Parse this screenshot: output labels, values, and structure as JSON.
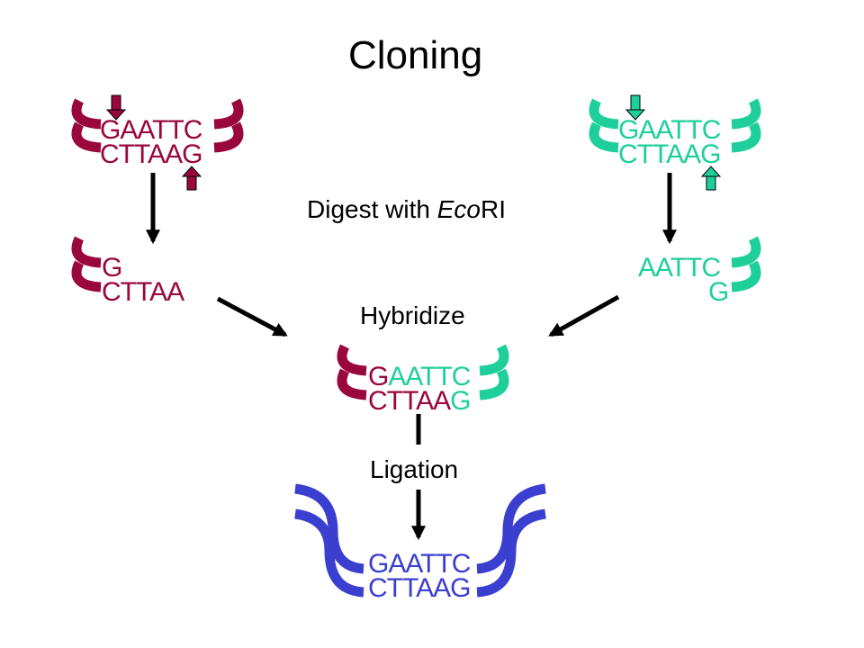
{
  "title": "Cloning",
  "labels": {
    "digest_prefix": "Digest with ",
    "digest_enzyme": "Eco",
    "digest_suffix": "RI",
    "hybridize": "Hybridize",
    "ligation": "Ligation"
  },
  "colors": {
    "source_dna": "#99073d",
    "vector_dna": "#1fcf9b",
    "ligated_dna": "#3a3fcf",
    "arrow": "#000000"
  },
  "sequences": {
    "left_top": "GAATTC",
    "left_bottom": "CTTAAG",
    "right_top": "GAATTC",
    "right_bottom": "CTTAAG",
    "left_cut_top": "G",
    "left_cut_bottom": "CTTAA",
    "right_cut_top": "AATTC",
    "right_cut_bottom": "G",
    "hybrid_top_red": "G",
    "hybrid_top_green": "AATTC",
    "hybrid_bottom_red": "CTTAA",
    "hybrid_bottom_green": "G",
    "ligated_top": "GAATTC",
    "ligated_bottom": "CTTAAG"
  }
}
